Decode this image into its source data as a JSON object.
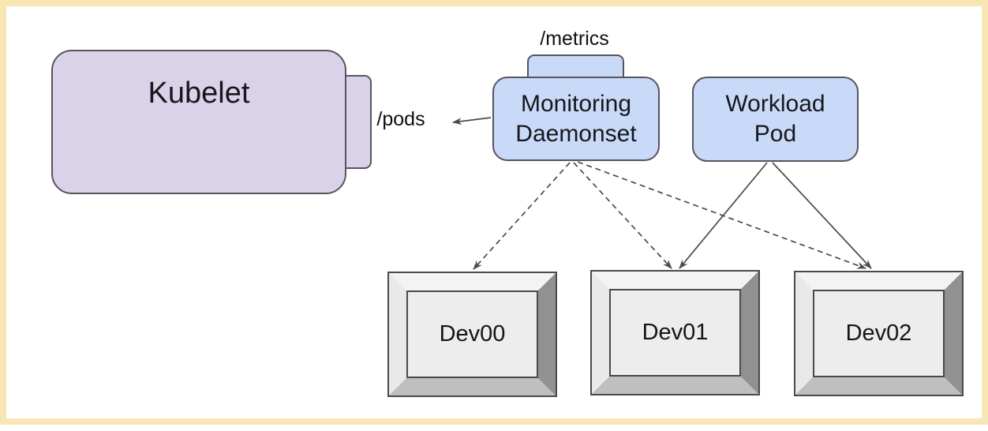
{
  "colors": {
    "frame": "#f8e7b4",
    "canvas": "#ffffff",
    "purple": "#d9d2e9",
    "blue": "#c9daf8",
    "node_border": "#57545e",
    "line": "#4a4a4a",
    "device_face": "#ededed",
    "device_bevel_dark": "#919191"
  },
  "nodes": {
    "kubelet": {
      "label": "Kubelet",
      "endpoint_label": "/pods"
    },
    "monitoring_daemonset": {
      "label": "Monitoring\nDaemonset",
      "endpoint_label": "/metrics"
    },
    "workload_pod": {
      "label": "Workload\nPod"
    },
    "devices": [
      {
        "label": "Dev00"
      },
      {
        "label": "Dev01"
      },
      {
        "label": "Dev02"
      }
    ]
  },
  "edges": [
    {
      "from": "monitoring-daemonset",
      "to": "kubelet-pods-endpoint",
      "style": "solid-arrow"
    },
    {
      "from": "monitoring-daemonset",
      "to": "dev00",
      "style": "dashed-arrow"
    },
    {
      "from": "monitoring-daemonset",
      "to": "dev01",
      "style": "dashed-arrow"
    },
    {
      "from": "monitoring-daemonset",
      "to": "dev02",
      "style": "dashed-arrow"
    },
    {
      "from": "workload-pod",
      "to": "dev01",
      "style": "solid-arrow"
    },
    {
      "from": "workload-pod",
      "to": "dev02",
      "style": "solid-arrow"
    }
  ]
}
